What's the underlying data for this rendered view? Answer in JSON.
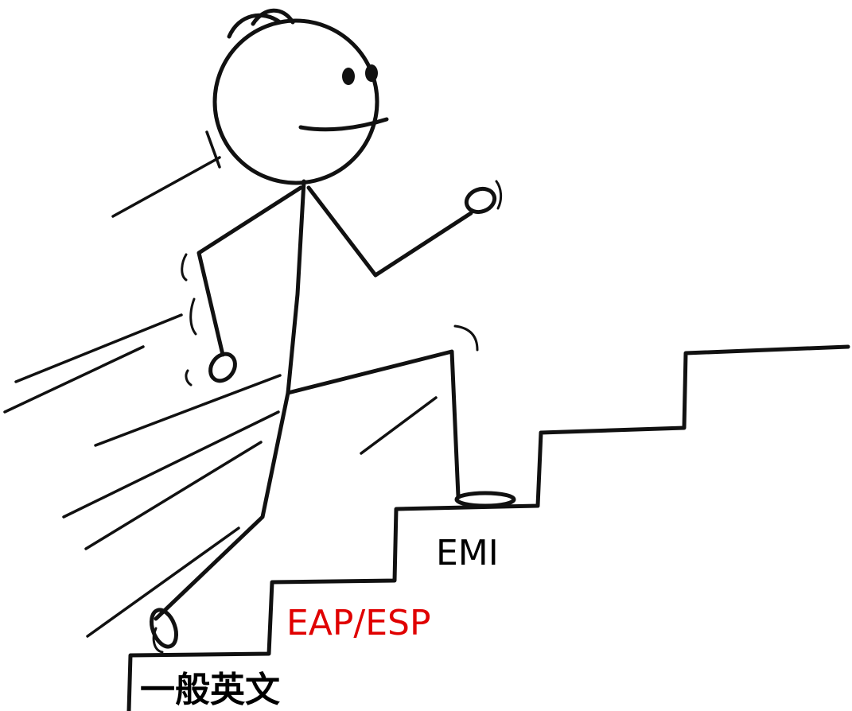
{
  "illustration": {
    "subject": "stick-figure-climbing-stairs",
    "line_color": "#111111",
    "background": "#ffffff"
  },
  "steps": [
    {
      "label": "一般英文",
      "color": "#000000"
    },
    {
      "label": "EAP/ESP",
      "color": "#e00000"
    },
    {
      "label": "EMI",
      "color": "#000000"
    }
  ]
}
